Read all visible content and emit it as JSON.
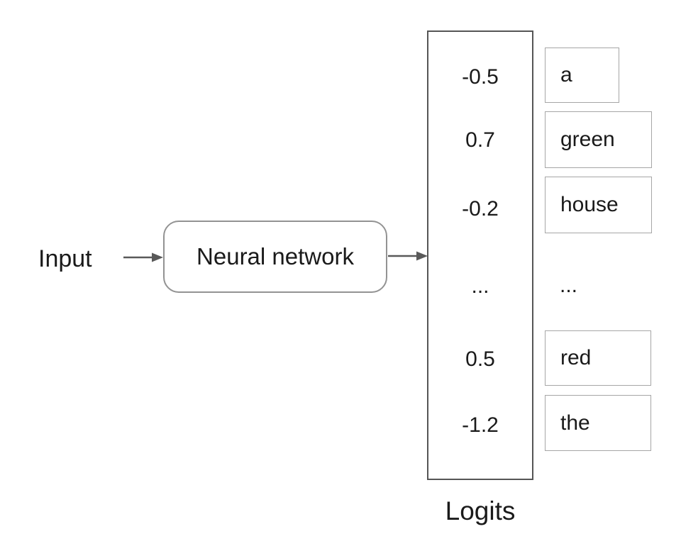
{
  "diagram": {
    "input_label": "Input",
    "network_label": "Neural network",
    "logits_title": "Logits",
    "logits": [
      "-0.5",
      "0.7",
      "-0.2",
      "...",
      "0.5",
      "-1.2"
    ],
    "tokens": [
      "a",
      "green",
      "house",
      "...",
      "red",
      "the"
    ],
    "colors": {
      "background": "#ffffff",
      "text": "#1a1a1a",
      "arrow": "#595959",
      "logits_border": "#555555",
      "network_border": "#939393",
      "token_border": "#a6a6a6"
    }
  }
}
